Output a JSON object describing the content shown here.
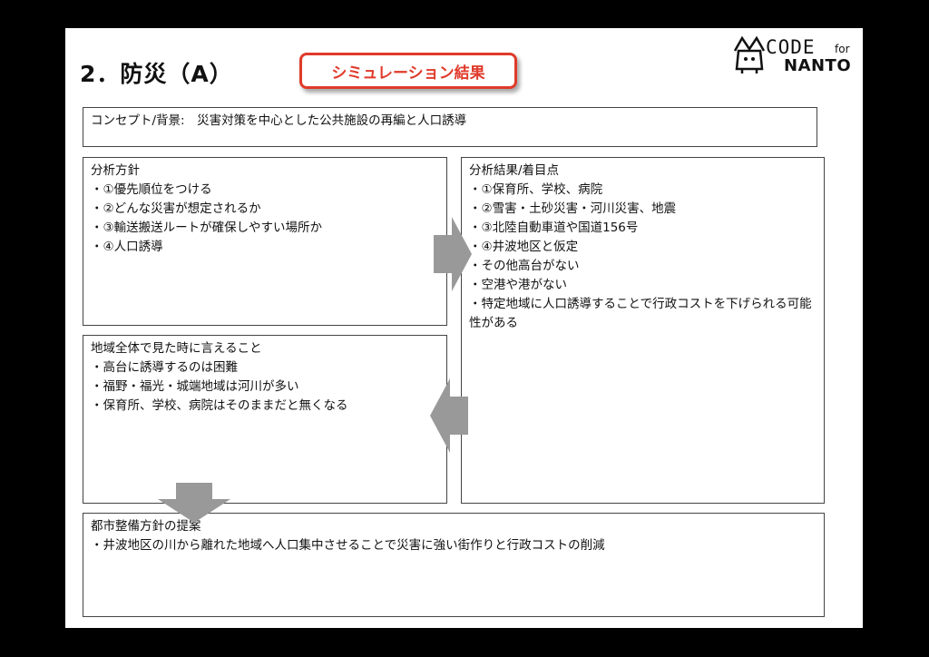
{
  "title": "2．防災（A）",
  "badge": "シミュレーション結果",
  "logo": {
    "code": "CODE",
    "for": "for",
    "nanto": "NANTO"
  },
  "concept": "コンセプト/背景:　災害対策を中心とした公共施設の再編と人口誘導",
  "policy": {
    "heading": "分析方針",
    "items": [
      "・①優先順位をつける",
      "・②どんな災害が想定されるか",
      "・③輸送搬送ルートが確保しやすい場所か",
      "・④人口誘導"
    ]
  },
  "results": {
    "heading": "分析結果/着目点",
    "items": [
      "・①保育所、学校、病院",
      "・②雪害・土砂災害・河川災害、地震",
      "・③北陸自動車道や国道156号",
      "・④井波地区と仮定",
      "・その他高台がない",
      "・空港や港がない",
      "・特定地域に人口誘導することで行政コストを下げられる可能性がある"
    ]
  },
  "view": {
    "heading": "地域全体で見た時に言えること",
    "items": [
      "・高台に誘導するのは困難",
      "・福野・福光・城端地域は河川が多い",
      "・保育所、学校、病院はそのままだと無くなる"
    ]
  },
  "proposal": {
    "heading": "都市整備方針の提案",
    "items": [
      "・井波地区の川から離れた地域へ人口集中させることで災害に強い街作りと行政コストの削減"
    ]
  }
}
